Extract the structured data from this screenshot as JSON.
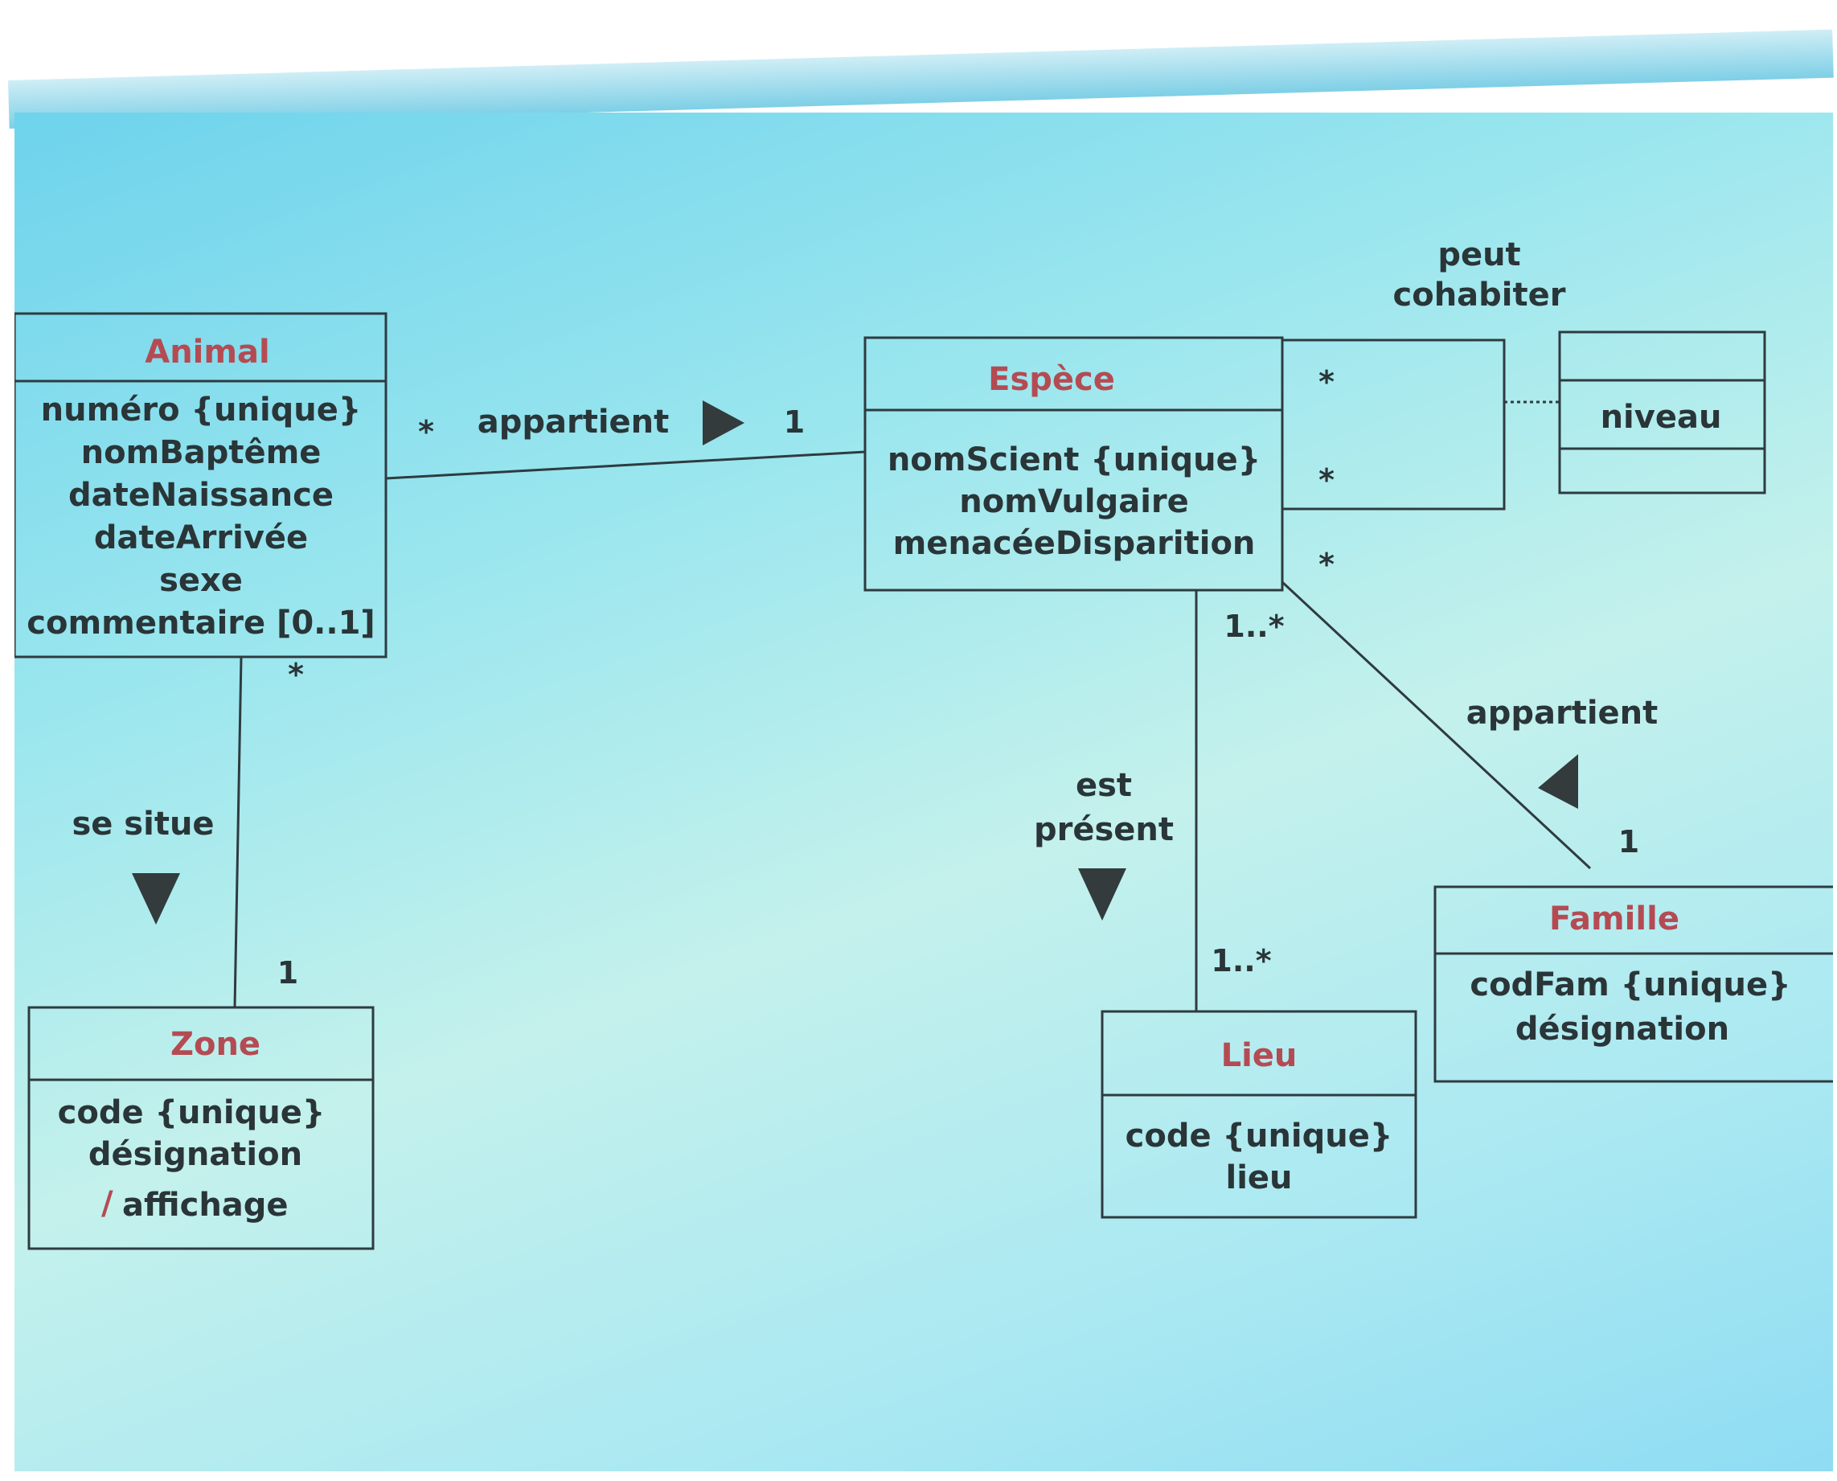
{
  "classes": {
    "animal": {
      "name": "Animal",
      "attributes": [
        "numéro {unique}",
        "nomBaptême",
        "dateNaissance",
        "dateArrivée",
        "sexe",
        "commentaire [0..1]"
      ]
    },
    "espece": {
      "name": "Espèce",
      "attributes": [
        "nomScient {unique}",
        "nomVulgaire",
        "menacéeDisparition"
      ]
    },
    "niveau": {
      "name": "",
      "attributes": [
        "niveau"
      ]
    },
    "zone": {
      "name": "Zone",
      "attributes": [
        "code {unique}",
        "désignation"
      ],
      "derived_attribute": "affichage",
      "derived_marker": "/"
    },
    "lieu": {
      "name": "Lieu",
      "attributes": [
        "code {unique}",
        "lieu"
      ]
    },
    "famille": {
      "name": "Famille",
      "attributes": [
        "codFam {unique}",
        "désignation"
      ]
    }
  },
  "associations": {
    "animal_espece": {
      "label": "appartient",
      "mult_source": "*",
      "mult_target": "1"
    },
    "peut_cohabiter": {
      "label_line1": "peut",
      "label_line2": "cohabiter",
      "mult_a": "*",
      "mult_b": "*"
    },
    "animal_zone": {
      "label": "se situe",
      "mult_source": "*",
      "mult_target": "1"
    },
    "espece_lieu": {
      "label_line1": "est",
      "label_line2": "présent",
      "mult_source": "1..*",
      "mult_target": "1..*"
    },
    "espece_famille": {
      "label": "appartient",
      "mult_source": "*",
      "mult_target": "1"
    }
  },
  "colors": {
    "class_title": "#b44b53",
    "text": "#2a3538",
    "line": "#2e3b40"
  }
}
